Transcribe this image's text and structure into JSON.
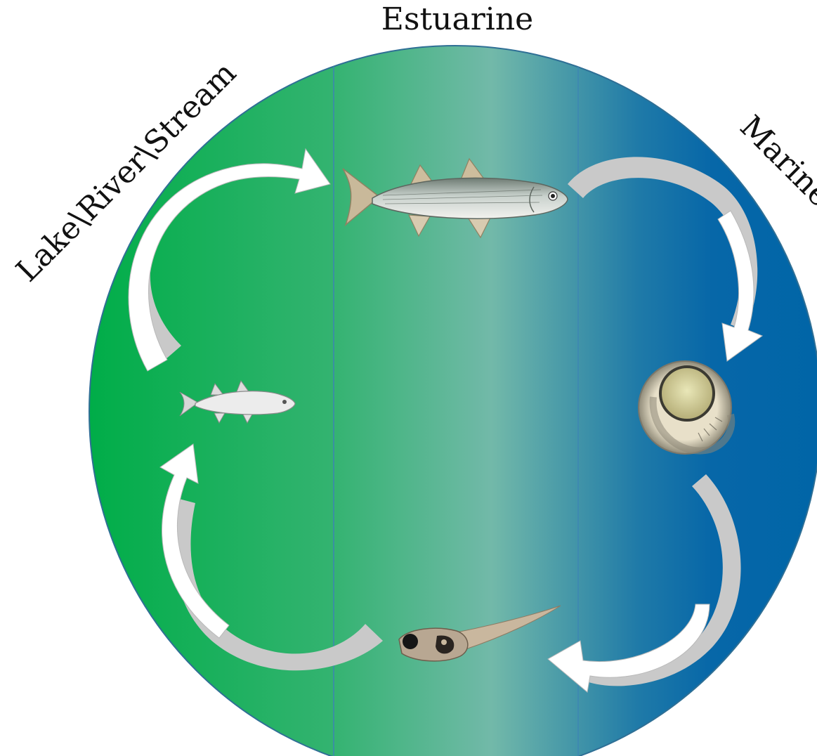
{
  "title_fragment": "",
  "habitats": {
    "left": "Lake\\River\\Stream",
    "top": "Estuarine",
    "right": "Marine"
  },
  "colors": {
    "freshwater": "#00ad48",
    "estuarine": "#72b9a9",
    "marine": "#0065a7",
    "divider": "#3d86b2",
    "arrow_fill": "#ffffff",
    "arrow_shade": "#c9c9c9"
  },
  "stages": [
    {
      "name": "adult",
      "icon": "adult-fish-icon"
    },
    {
      "name": "egg",
      "icon": "fish-egg-icon"
    },
    {
      "name": "larva",
      "icon": "fish-larva-icon"
    },
    {
      "name": "juvenile",
      "icon": "juvenile-fish-icon"
    }
  ]
}
